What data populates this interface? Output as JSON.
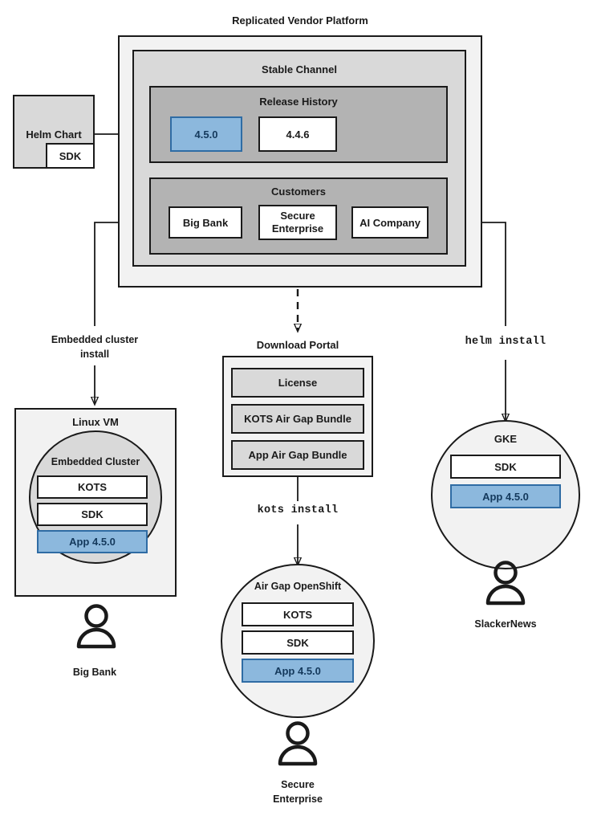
{
  "diagram": {
    "title": "Replicated Vendor Platform",
    "platform": {
      "stable_channel": {
        "title": "Stable Channel",
        "release_history": {
          "title": "Release History",
          "releases": [
            {
              "version": "4.5.0",
              "state": "current",
              "color": "#8cb8dd"
            },
            {
              "version": "4.4.6",
              "state": "previous",
              "color": "#ffffff"
            }
          ]
        },
        "customers": {
          "title": "Customers",
          "items": [
            {
              "name": "Big Bank"
            },
            {
              "name": "Secure\nEnterprise",
              "line1": "Secure",
              "line2": "Enterprise"
            },
            {
              "name": "AI Company"
            }
          ]
        }
      }
    },
    "helm_chart": {
      "title": "Helm Chart",
      "component": "SDK"
    },
    "edge_labels": {
      "embedded_install_line1": "Embedded cluster",
      "embedded_install_line2": "install",
      "kots_install": "kots install",
      "helm_install": "helm install"
    },
    "download_portal": {
      "title": "Download Portal",
      "artifacts": [
        "License",
        "KOTS Air Gap Bundle",
        "App Air Gap Bundle"
      ]
    },
    "targets": [
      {
        "id": "linux-vm",
        "shape": "rect",
        "title": "Linux VM",
        "inner": {
          "shape": "circle",
          "title": "Embedded Cluster",
          "components": [
            {
              "label": "KOTS",
              "highlight": false
            },
            {
              "label": "SDK",
              "highlight": false
            },
            {
              "label": "App 4.5.0",
              "highlight": true
            }
          ]
        },
        "user": "Big Bank"
      },
      {
        "id": "air-gap-openshift",
        "shape": "circle",
        "title": "Air Gap OpenShift",
        "components": [
          {
            "label": "KOTS",
            "highlight": false
          },
          {
            "label": "SDK",
            "highlight": false
          },
          {
            "label": "App 4.5.0",
            "highlight": true
          }
        ],
        "user_line1": "Secure",
        "user_line2": "Enterprise"
      },
      {
        "id": "gke",
        "shape": "circle",
        "title": "GKE",
        "components": [
          {
            "label": "SDK",
            "highlight": false
          },
          {
            "label": "App 4.5.0",
            "highlight": true
          }
        ],
        "user": "SlackerNews"
      }
    ],
    "colors": {
      "stroke": "#1a1a1a",
      "level1_fill": "#f2f2f2",
      "level2_fill": "#d9d9d9",
      "level3_fill": "#b3b3b3",
      "highlight_fill": "#8cb8dd",
      "highlight_stroke": "#2f6ca4",
      "highlight_text": "#14395c"
    }
  }
}
